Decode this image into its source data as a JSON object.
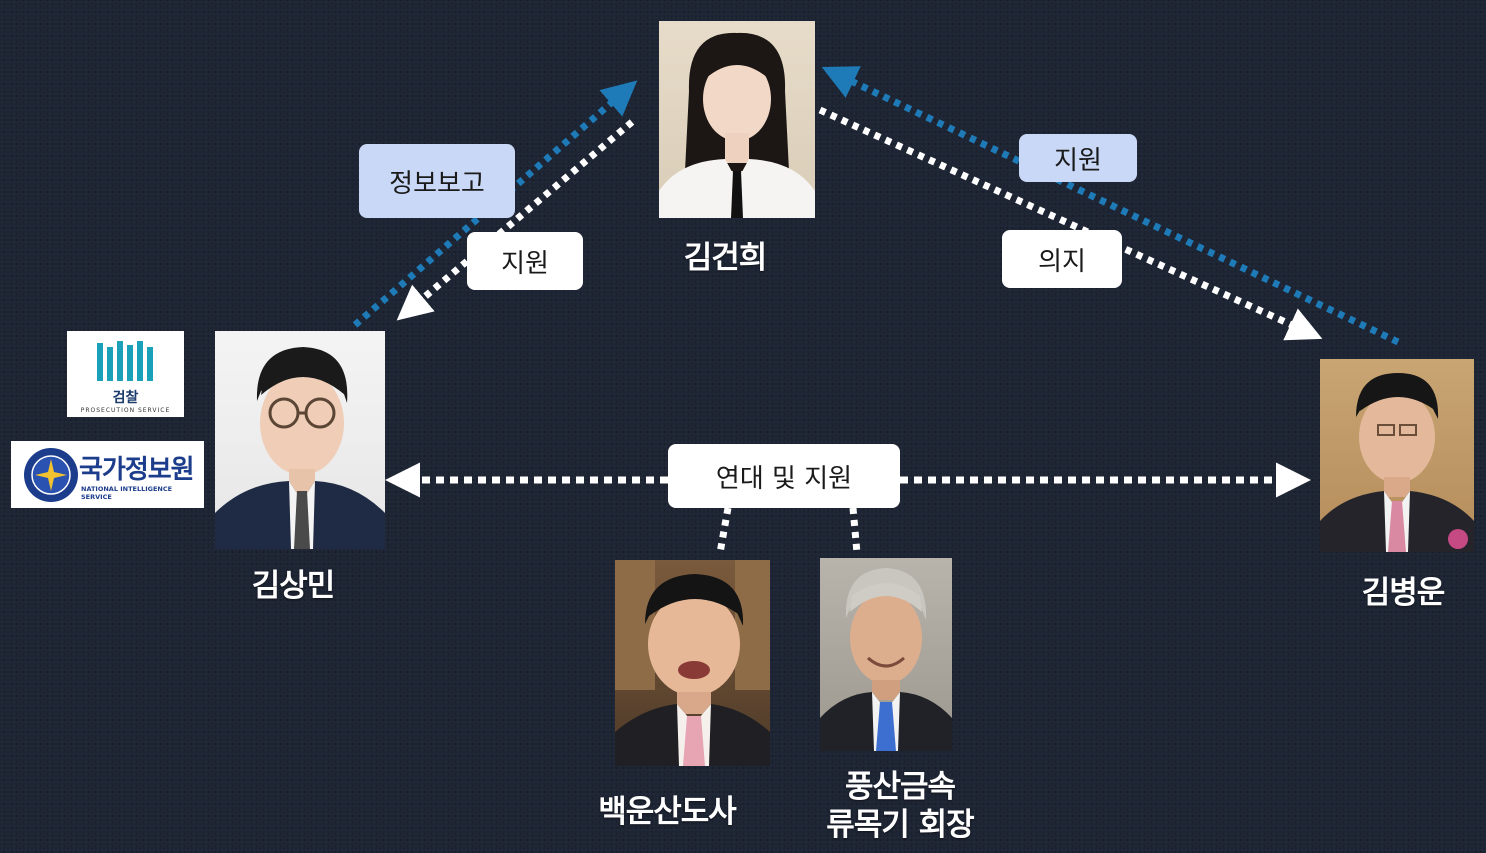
{
  "people": {
    "center": {
      "name": "김건희",
      "icon": "woman-portrait-photo"
    },
    "left": {
      "name": "김상민",
      "icon": "man-glasses-portrait-photo"
    },
    "right": {
      "name": "김병운",
      "icon": "elderly-man-portrait-photo"
    },
    "baekunsan": {
      "name": "백운산도사",
      "icon": "man-portrait-photo"
    },
    "poongsan": {
      "name_line1": "풍산금속",
      "name_line2": "류목기 회장",
      "icon": "gray-haired-man-portrait-photo"
    }
  },
  "labels": {
    "info_report": "정보보고",
    "support_left": "지원",
    "support_right": "지원",
    "will": "의지",
    "solidarity": "연대 및 지원"
  },
  "logos": {
    "prosecution": {
      "text": "검찰",
      "sub": "PROSECUTION SERVICE"
    },
    "nis": {
      "text": "국가정보원",
      "sub": "NATIONAL INTELLIGENCE SERVICE"
    }
  },
  "colors": {
    "background": "#1d2433",
    "white_arrow": "#ffffff",
    "blue_arrow": "#1e7bb8",
    "label_blue": "#c9d8f6",
    "label_white": "#ffffff"
  }
}
